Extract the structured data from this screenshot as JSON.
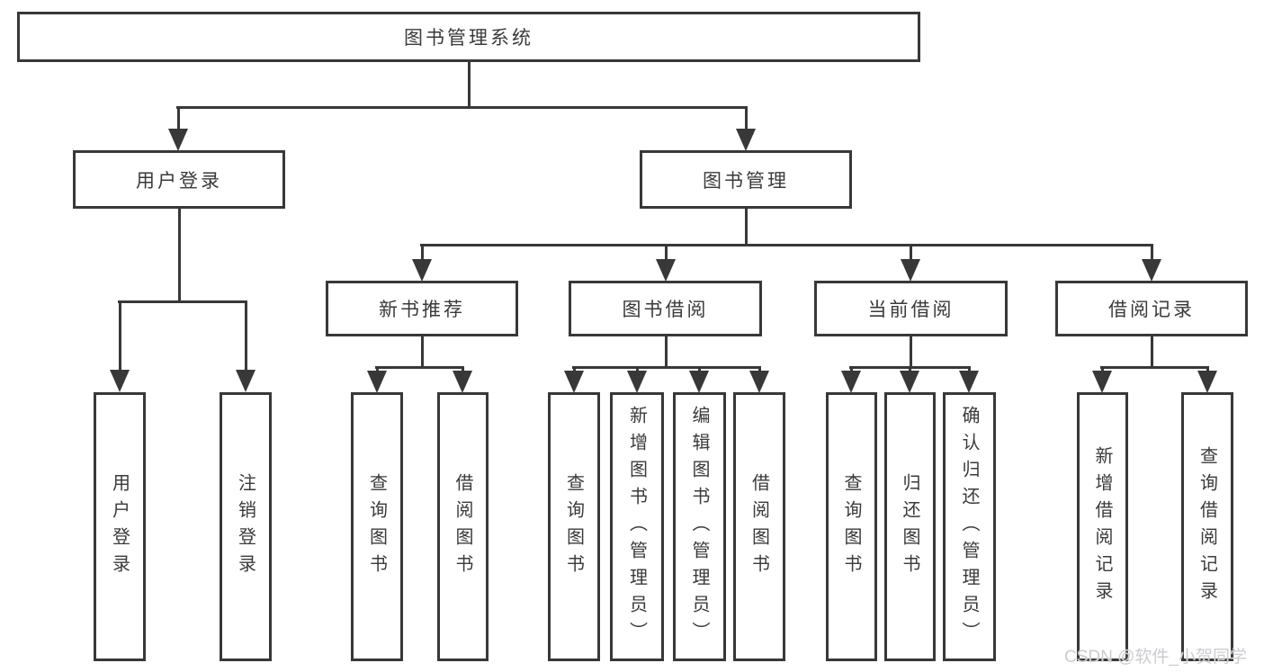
{
  "diagram": {
    "title": "图书管理系统",
    "level2": [
      {
        "label": "用户登录"
      },
      {
        "label": "图书管理"
      }
    ],
    "level3": [
      {
        "label": "新书推荐"
      },
      {
        "label": "图书借阅"
      },
      {
        "label": "当前借阅"
      },
      {
        "label": "借阅记录"
      }
    ],
    "leaves": {
      "user_login": [
        "用户登录",
        "注销登录"
      ],
      "new_books": [
        "查询图书",
        "借阅图书"
      ],
      "book_borrow": [
        "查询图书",
        "新增图书（管理员）",
        "编辑图书（管理员）",
        "借阅图书"
      ],
      "current_borrow": [
        "查询图书",
        "归还图书",
        "确认归还（管理员）"
      ],
      "borrow_records": [
        "新增借阅记录",
        "查询借阅记录"
      ]
    },
    "watermark": "CSDN @软件_小贺同学",
    "colors": {
      "line": "#383838",
      "text": "#3a3a3a",
      "watermark": "#c9ccd1",
      "background": "#ffffff"
    }
  }
}
